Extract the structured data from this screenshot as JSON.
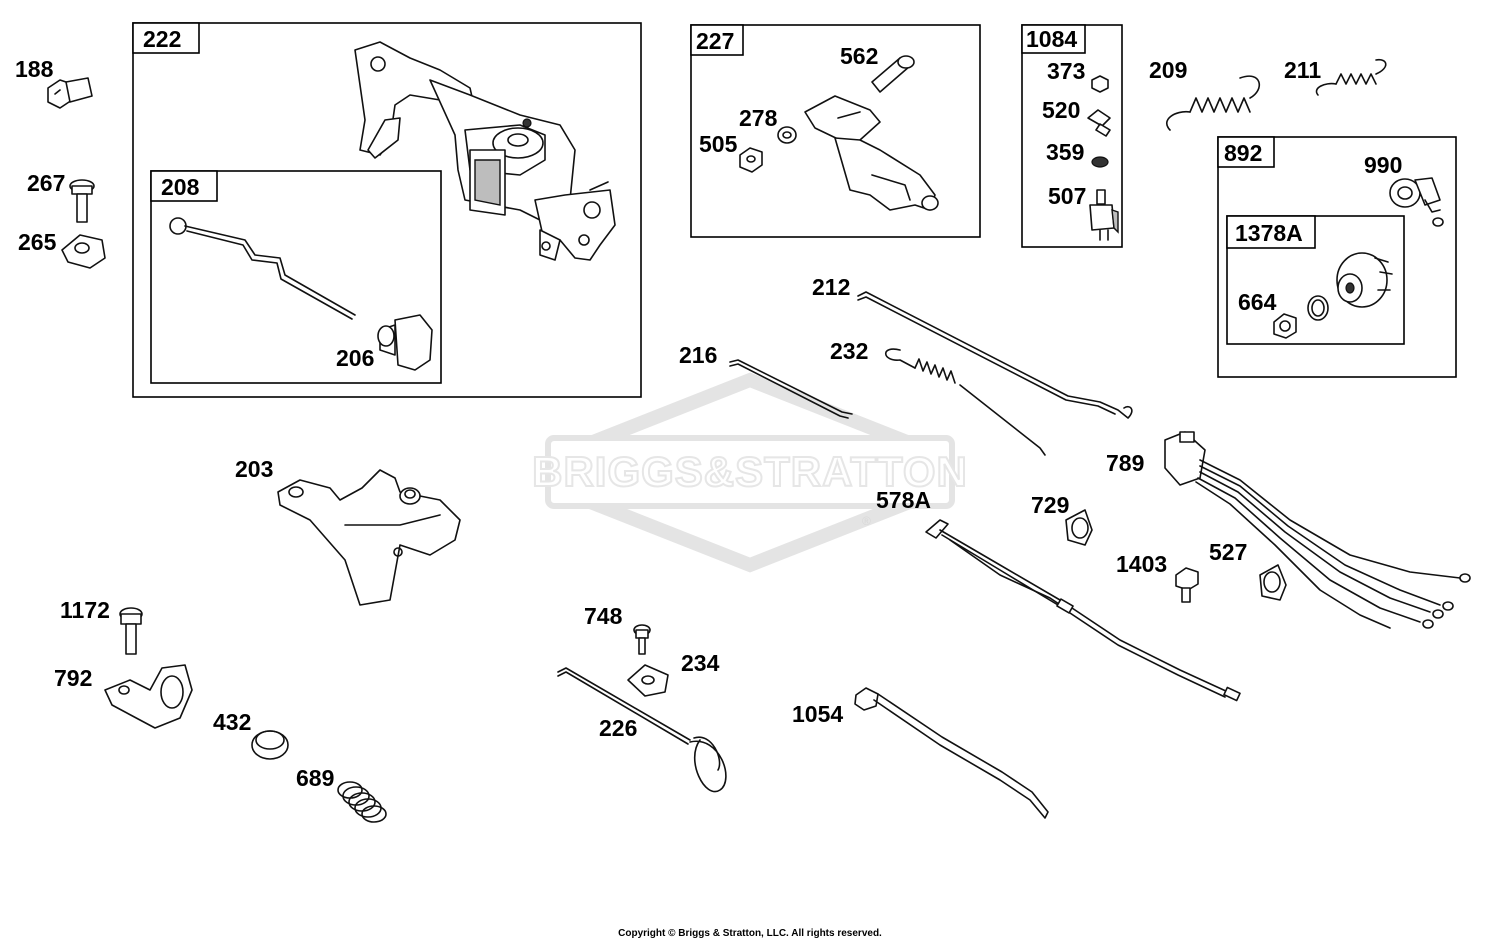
{
  "watermark": {
    "brand": "BRIGGS&STRATTON",
    "registered_mark": "®"
  },
  "groups": {
    "g222": "222",
    "g208": "208",
    "g227": "227",
    "g1084": "1084",
    "g892": "892",
    "g1378A": "1378A"
  },
  "parts": {
    "p188": "188",
    "p267": "267",
    "p265": "265",
    "p206": "206",
    "p562": "562",
    "p278": "278",
    "p505": "505",
    "p373": "373",
    "p520": "520",
    "p359": "359",
    "p507": "507",
    "p209": "209",
    "p211": "211",
    "p990": "990",
    "p664": "664",
    "p212": "212",
    "p232": "232",
    "p216": "216",
    "p789": "789",
    "p578A": "578A",
    "p729": "729",
    "p1403": "1403",
    "p527": "527",
    "p203": "203",
    "p1172": "1172",
    "p792": "792",
    "p432": "432",
    "p689": "689",
    "p748": "748",
    "p234": "234",
    "p226": "226",
    "p1054": "1054"
  },
  "copyright": "Copyright © Briggs & Stratton, LLC. All rights reserved."
}
